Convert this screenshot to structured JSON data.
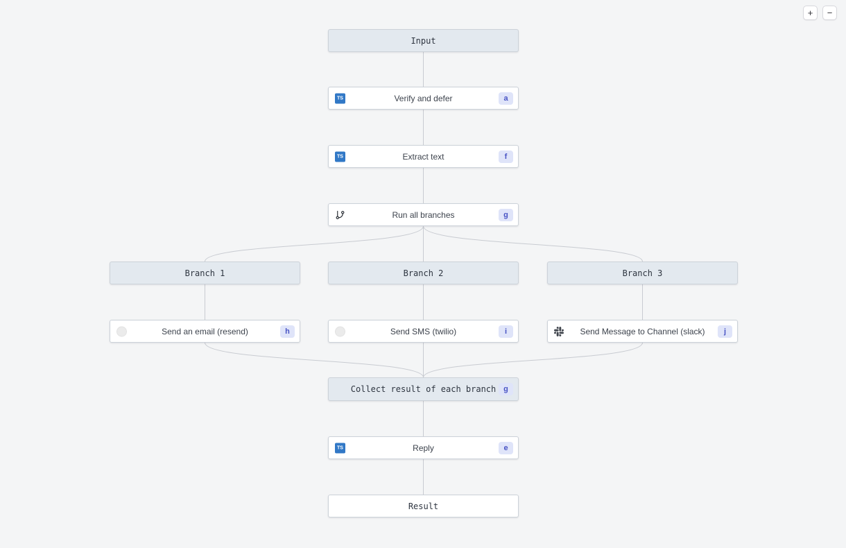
{
  "zoom_controls": {
    "zoom_in_label": "+",
    "zoom_out_label": "−"
  },
  "icons": {
    "typescript": "TS",
    "branch": "git-branch-icon",
    "slack": "slack-icon",
    "resend": "resend-icon",
    "twilio": "twilio-icon"
  },
  "nodes": {
    "input": {
      "label": "Input"
    },
    "verify_and_defer": {
      "label": "Verify and defer",
      "badge": "a"
    },
    "extract_text": {
      "label": "Extract text",
      "badge": "f"
    },
    "run_all_branches": {
      "label": "Run all branches",
      "badge": "g"
    },
    "branch_1": {
      "label": "Branch 1"
    },
    "branch_2": {
      "label": "Branch 2"
    },
    "branch_3": {
      "label": "Branch 3"
    },
    "send_email": {
      "label": "Send an email (resend)",
      "badge": "h"
    },
    "send_sms": {
      "label": "Send SMS (twilio)",
      "badge": "i"
    },
    "send_slack": {
      "label": "Send Message to Channel (slack)",
      "badge": "j"
    },
    "collect_result": {
      "label": "Collect result of each branch",
      "badge": "g"
    },
    "reply": {
      "label": "Reply",
      "badge": "e"
    },
    "result": {
      "label": "Result"
    }
  },
  "colors": {
    "canvas_bg": "#f4f5f6",
    "header_node_bg": "#e3e9ef",
    "task_node_bg": "#ffffff",
    "node_border": "#ccd2d9",
    "edge": "#c8cbd1",
    "badge_bg": "#dfe4f9",
    "badge_text": "#4954c4",
    "ts_icon_bg": "#3178c6"
  }
}
